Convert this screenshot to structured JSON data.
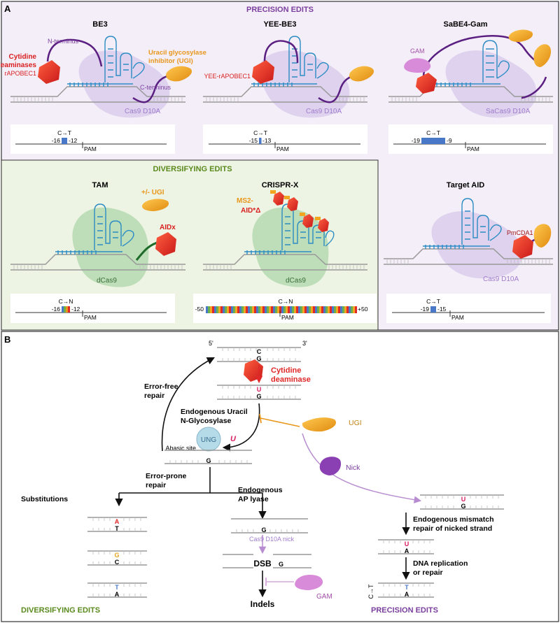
{
  "panel_a": {
    "letter": "A",
    "precision_title": "PRECISION EDITS",
    "diversifying_title": "DIVERSIFYING EDITS",
    "be3": {
      "title": "BE3",
      "n_terminus": "N-terminus",
      "cyt_l1": "Cytidine",
      "cyt_l2": "deaminases",
      "rapobec": "rAPOBEC1",
      "ugi_l1": "Uracil glycosylase",
      "ugi_l2": "inhibitor (UGI)",
      "c_terminus": "C-terminus",
      "cas9": "Cas9 D10A",
      "track": {
        "edit": "C→T",
        "left": "-16",
        "right": "-12",
        "pam": "PAM"
      }
    },
    "yee": {
      "title": "YEE-BE3",
      "deaminase": "YEE-rAPOBEC1",
      "cas9": "Cas9 D10A",
      "track": {
        "edit": "C→T",
        "left": "-15",
        "right": "-13",
        "pam": "PAM"
      }
    },
    "sabe4": {
      "title": "SaBE4-Gam",
      "gam": "GAM",
      "cas9": "SaCas9 D10A",
      "track": {
        "edit": "C→T",
        "left": "-19",
        "right": "-9",
        "pam": "PAM"
      }
    },
    "tam": {
      "title": "TAM",
      "ugi": "+/- UGI",
      "aid": "AIDx",
      "cas9": "dCas9",
      "track": {
        "edit": "C→N",
        "left": "-16",
        "right": "-12",
        "pam": "PAM"
      }
    },
    "crisprx": {
      "title": "CRISPR-X",
      "ms2": "MS2-",
      "aid": "AID*Δ",
      "cas9": "dCas9",
      "track": {
        "edit": "C→N",
        "left": "-50",
        "right": "+50",
        "pam": "PAM"
      }
    },
    "targetaid": {
      "title": "Target AID",
      "pmcda": "PmCDA1",
      "cas9": "Cas9 D10A",
      "track": {
        "edit": "C→T",
        "left": "-19",
        "right": "-15",
        "pam": "PAM"
      }
    }
  },
  "panel_b": {
    "letter": "B",
    "five_prime": "5'",
    "three_prime": "3'",
    "cyt_l1": "Cytidine",
    "cyt_l2": "deaminase",
    "error_free_l1": "Error-free",
    "error_free_l2": "repair",
    "ung_l1": "Endogenous Uracil",
    "ung_l2": "N-Glycosylase",
    "ung": "UNG",
    "abasic": "Abasic site",
    "ugi": "UGI",
    "nick": "Nick",
    "error_prone_l1": "Error-prone",
    "error_prone_l2": "repair",
    "substitutions": "Substitutions",
    "ap_l1": "Endogenous",
    "ap_l2": "AP lyase",
    "cas9_nick": "Cas9 D10A nick",
    "dsb": "DSB",
    "gam": "GAM",
    "indels": "Indels",
    "mismatch_l1": "Endogenous mismatch",
    "mismatch_l2": "repair of nicked strand",
    "replication_l1": "DNA replication",
    "replication_l2": "or repair",
    "ct_side": "C→T",
    "diversifying": "DIVERSIFYING EDITS",
    "precision": "PRECISION EDITS",
    "bases": {
      "c": "C",
      "g": "G",
      "u": "U",
      "a": "A",
      "t": "T"
    }
  },
  "colors": {
    "precision_bg": "#f4eef8",
    "diversifying_bg": "#eef4e3",
    "precision_text": "#7b3f9e",
    "diversifying_text": "#5a8a1e",
    "cas9_purple": "#d9ccec",
    "dcas9_green": "#b8dcb4",
    "deaminase_red": "#e02828",
    "ugi_orange": "#f2a51f",
    "linker_purple": "#5b1f82",
    "rna_blue": "#2b8cc4",
    "edit_blue": "#4a78c8",
    "uracil_red": "#d81b60"
  }
}
